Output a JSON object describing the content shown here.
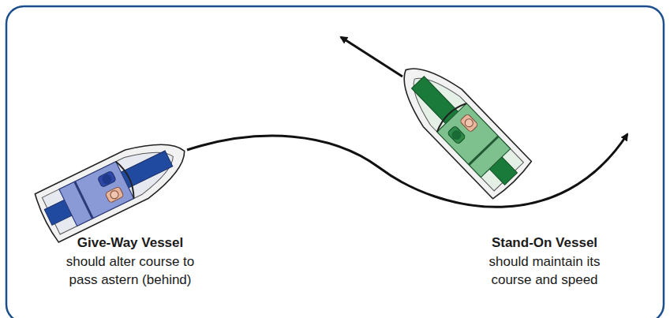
{
  "diagram": {
    "labels": [
      "Give-Way Vessel",
      "should alter course to pass astern (behind)",
      "Stand-On Vessel",
      "should maintain its course and speed"
    ]
  }
}
